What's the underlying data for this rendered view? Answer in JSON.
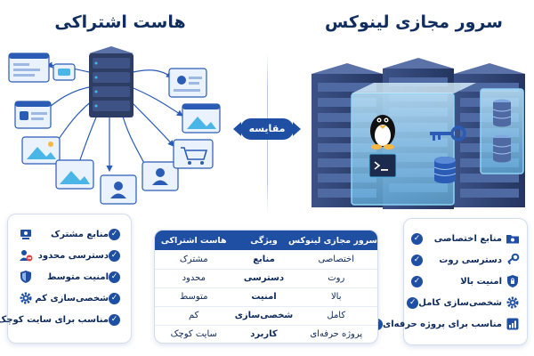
{
  "left": {
    "title": "هاست اشتراکی",
    "features": [
      {
        "label": "منابع مشترک",
        "icon": "shared-resources-icon"
      },
      {
        "label": "دسترسی محدود",
        "icon": "restricted-access-icon"
      },
      {
        "label": "امنیت متوسط",
        "icon": "shield-half-icon"
      },
      {
        "label": "شخصی‌سازی کم",
        "icon": "gear-icon"
      },
      {
        "label": "مناسب برای سایت کوچک",
        "icon": "small-site-icon"
      }
    ]
  },
  "right": {
    "title": "سرور مجازی لینوکس",
    "features": [
      {
        "label": "منابع اختصاصی",
        "icon": "dedicated-folder-icon"
      },
      {
        "label": "دسترسی روت",
        "icon": "key-icon"
      },
      {
        "label": "امنیت بالا",
        "icon": "shield-icon"
      },
      {
        "label": "شخصی‌سازی کامل",
        "icon": "gear-icon"
      },
      {
        "label": "مناسب برای پروژه حرفه‌ای",
        "icon": "growth-chart-icon"
      }
    ]
  },
  "compare_label": "مقایسه",
  "table": {
    "headers": [
      "سرور مجازی لینوکس",
      "ویژگی",
      "هاست اشتراکی"
    ],
    "rows": [
      [
        "اختصاصی",
        "منابع",
        "مشترک"
      ],
      [
        "روت",
        "دسترسی",
        "محدود"
      ],
      [
        "بالا",
        "امنیت",
        "متوسط"
      ],
      [
        "کامل",
        "شخصی‌سازی",
        "کم"
      ],
      [
        "پروژه حرفه‌ای",
        "کاربرد",
        "سایت کوچک"
      ]
    ]
  },
  "colors": {
    "brand_blue": "#1f4fa3",
    "navy": "#0f2d5e",
    "server_dark": "#2e3d63",
    "accent_cyan": "#4ab6e8",
    "lock_red": "#e04646"
  }
}
